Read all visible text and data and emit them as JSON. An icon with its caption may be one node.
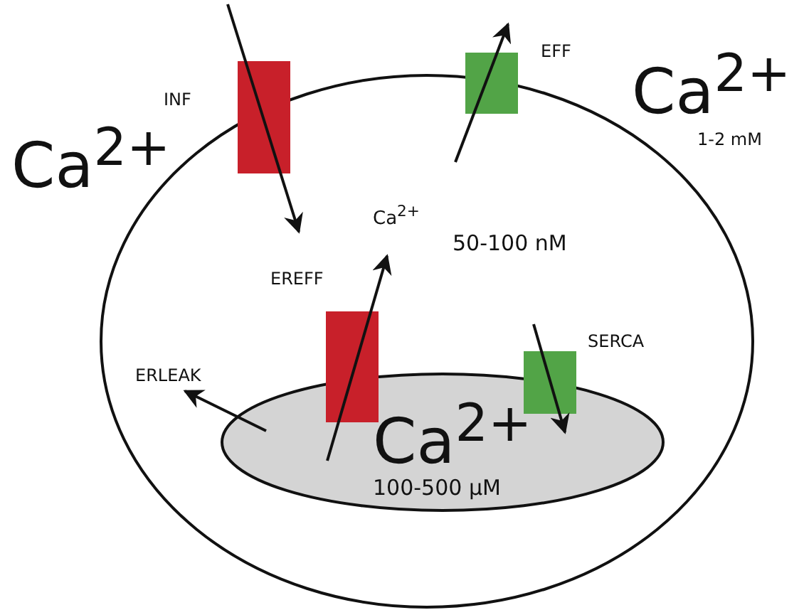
{
  "diagram": {
    "nodes": [
      {
        "text": [
          "Ca$^{2+}$",
          "50-100 nM"
        ]
      },
      {
        "text": [
          "Ca$^{2+}$",
          "100-500 µM"
        ],
        "in": 0
      },
      {
        "text": [],
        "shape": "box",
        "beside": [
          "INF"
        ]
      },
      {
        "text": [],
        "shape": "box",
        "beside": [
          "EFF"
        ]
      },
      {
        "text": [],
        "shape": "box",
        "beside": [
          "EREFF"
        ],
        "in": 0
      },
      {
        "text": [],
        "shape": "box",
        "beside": [
          "SERCA"
        ],
        "in": 0
      }
    ],
    "labels": [
      "Ca$^{2+}$",
      "Ca$^{2+}$",
      "1-2 mM",
      "ERLEAK"
    ]
  }
}
